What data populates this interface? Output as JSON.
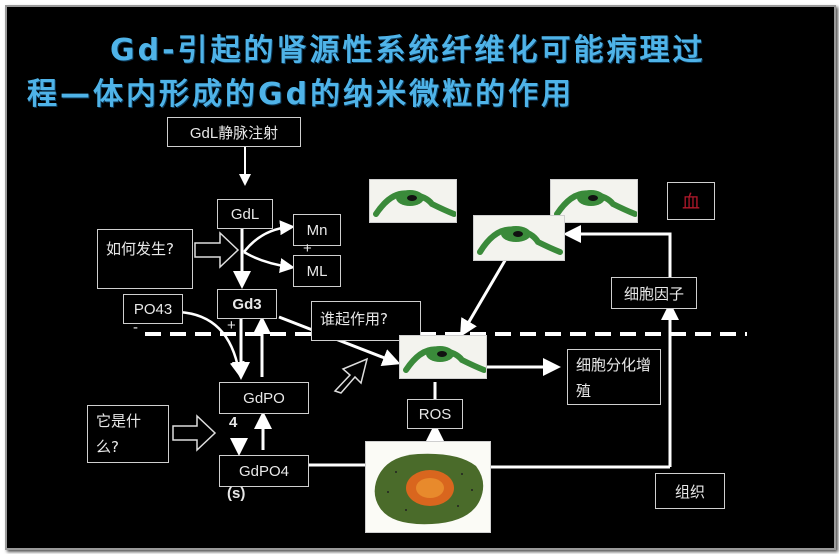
{
  "title": {
    "line1": "Gd-引起的肾源性系统纤维化可能病理过",
    "line2": "程—体内形成的Gd的纳米微粒的作用"
  },
  "nodes": {
    "gdl_iv": "GdL静脉注射",
    "gdl": "GdL",
    "mn": "Mn",
    "plus1": "+",
    "ml": "ML",
    "how": "如何发生?",
    "po43": "PO43",
    "minus": "-",
    "gd3": "Gd3",
    "plus2": "+",
    "who": "谁起作用?",
    "gdpo": "GdPO",
    "four": "4",
    "whatis": "它是什么?",
    "gdpo4": "GdPO4",
    "solid": "(s)",
    "ros": "ROS",
    "diff": "细胞分化增殖",
    "cytokine": "细胞因子",
    "tissue": "组织",
    "blood": "血"
  },
  "colors": {
    "background": "#000000",
    "title": "#4fb3e8",
    "blood": "#b0182a",
    "cell": "#3a8a3a"
  }
}
